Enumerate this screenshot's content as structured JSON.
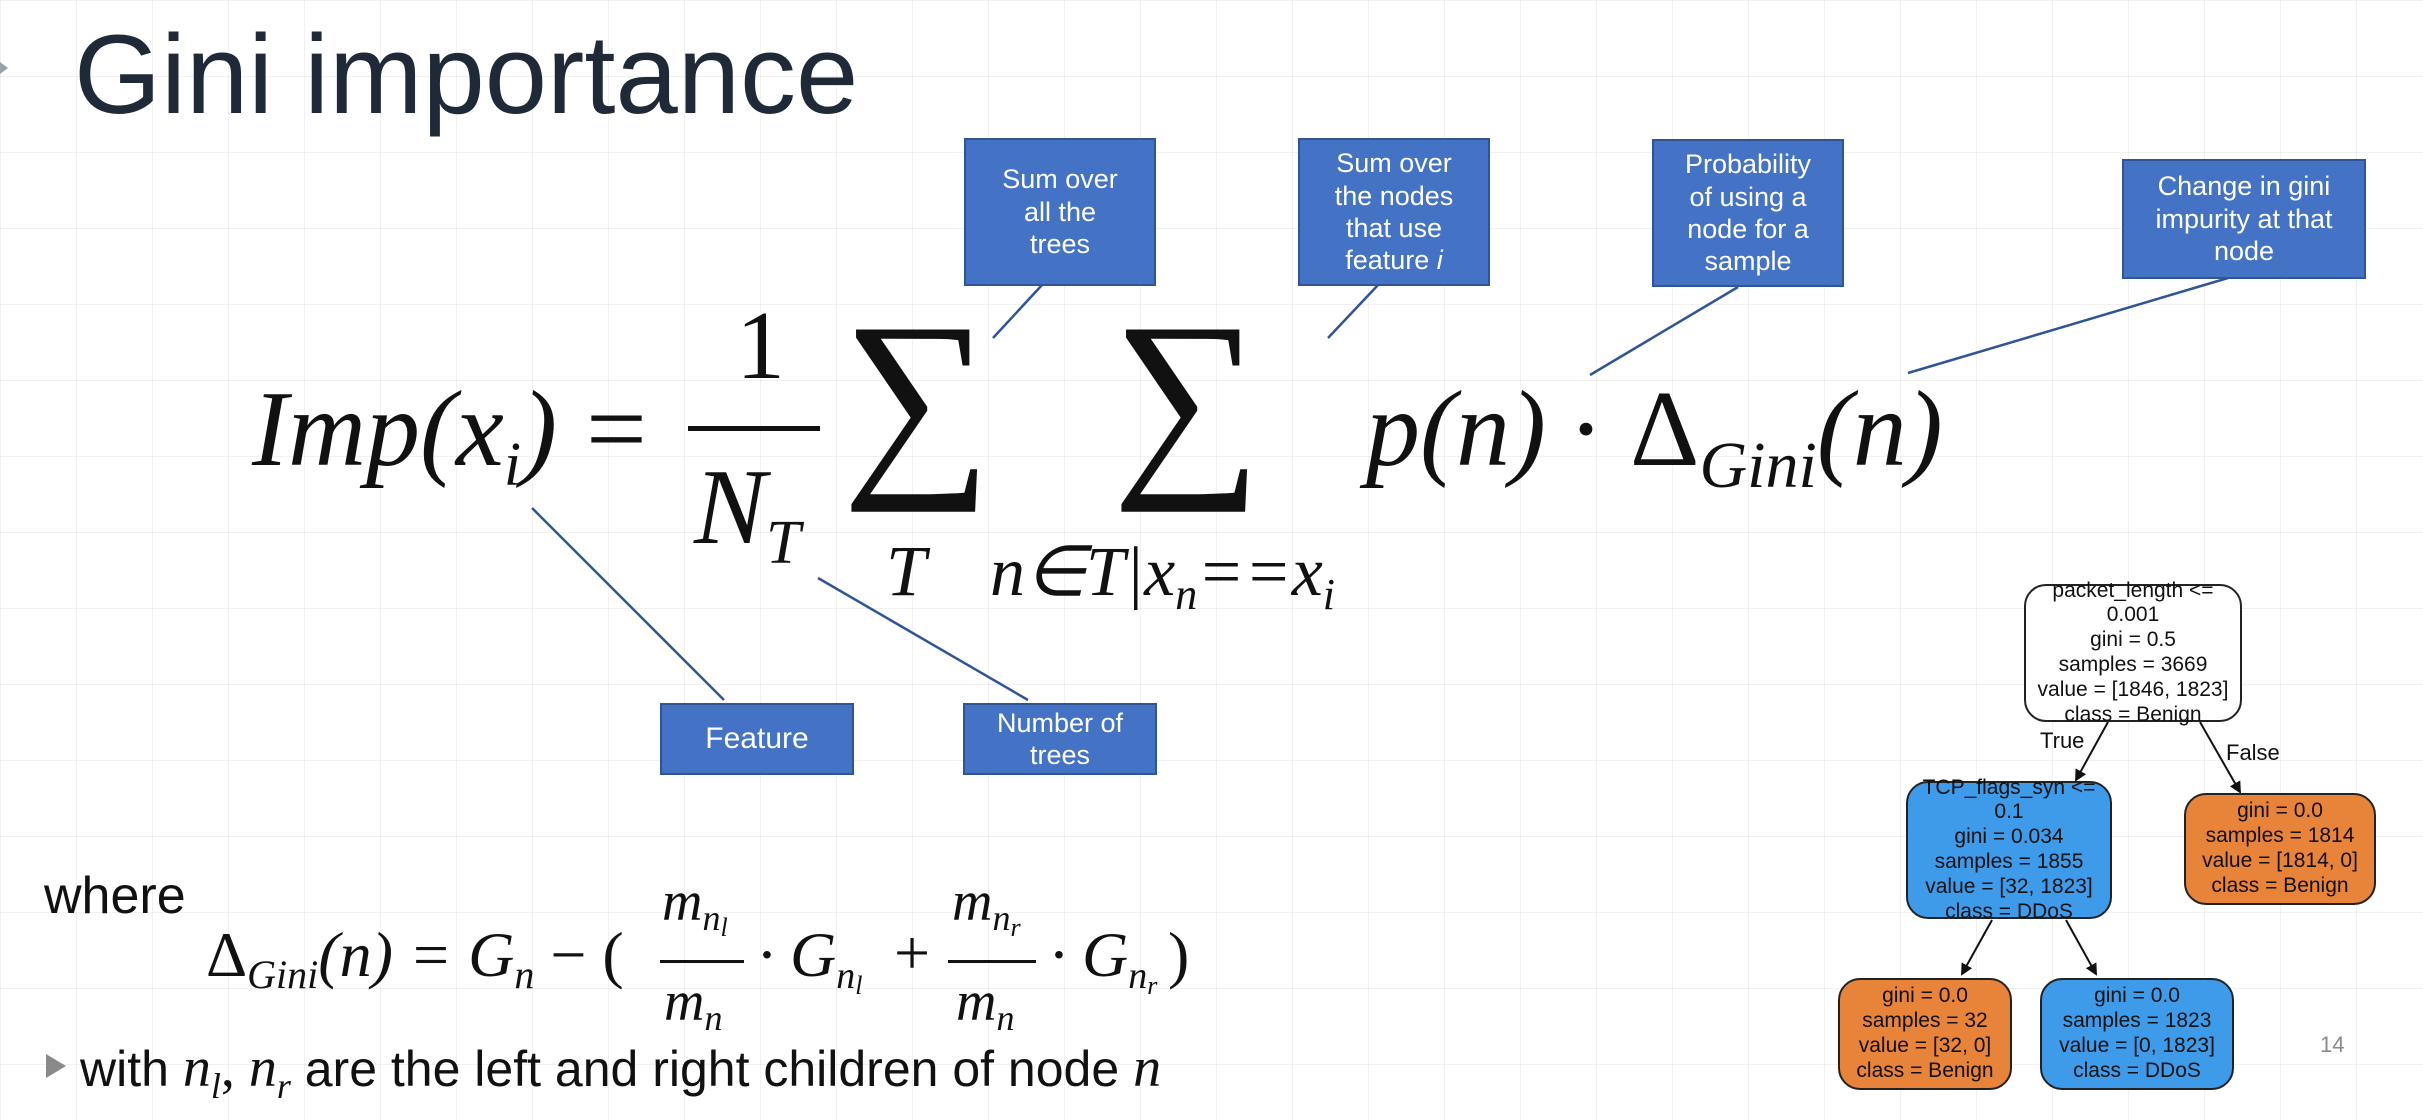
{
  "slide": {
    "title": "Gini importance",
    "page_number": "14"
  },
  "formula": {
    "lhs": "Imp(x",
    "lhs_sub": "i",
    "lhs_close": ")",
    "equals": "=",
    "numerator": "1",
    "denominator": "N",
    "denominator_sub": "T",
    "sum_symbol": "∑",
    "sum1_index": "T",
    "sum2_index_pre": "n∈T|x",
    "sum2_index_sub": "n",
    "sum2_index_post": "==x",
    "sum2_index_sub2": "i",
    "term_p": "p(n)",
    "dot": "·",
    "delta": "Δ",
    "delta_sub": "Gini",
    "delta_arg": "(n)"
  },
  "callouts": {
    "sum_trees": [
      "Sum over",
      "all the",
      "trees"
    ],
    "sum_nodes_pre": [
      "Sum over",
      "the nodes",
      "that use"
    ],
    "sum_nodes_last_text": "feature ",
    "sum_nodes_last_var": "i",
    "probability": [
      "Probability",
      "of using a",
      "node for a",
      "sample"
    ],
    "change": [
      "Change in gini",
      "impurity at that",
      "node"
    ],
    "feature": [
      "Feature"
    ],
    "number_of_trees": [
      "Number of",
      "trees"
    ]
  },
  "where_line": {
    "prefix": "where ",
    "delta": "Δ",
    "delta_sub": "Gini",
    "expr_1": "(n) = G",
    "sub_n": "n",
    "expr_2": " − (",
    "frac1_num": "m",
    "frac1_num_sub": "n",
    "frac1_num_subsub": "l",
    "frac1_den": "m",
    "frac1_den_sub": "n",
    "g_left": "· G",
    "g_left_sub": "n",
    "g_left_subsub": "l",
    "plus": "+",
    "frac2_num": "m",
    "frac2_num_sub": "n",
    "frac2_num_subsub": "r",
    "frac2_den": "m",
    "frac2_den_sub": "n",
    "g_right": "· G",
    "g_right_sub": "n",
    "g_right_subsub": "r",
    "close": ")"
  },
  "with_line": {
    "prefix": "with ",
    "n": "n",
    "l": "l",
    "comma": ", ",
    "r": "r",
    "middle": " are the left and right children of node ",
    "node_var": "n"
  },
  "tree": {
    "root": [
      "packet_length <= 0.001",
      "gini = 0.5",
      "samples = 3669",
      "value = [1846, 1823]",
      "class = Benign"
    ],
    "left": [
      "TCP_flags_syn <= 0.1",
      "gini = 0.034",
      "samples = 1855",
      "value = [32, 1823]",
      "class = DDoS"
    ],
    "right": [
      "gini = 0.0",
      "samples = 1814",
      "value = [1814, 0]",
      "class = Benign"
    ],
    "left_left": [
      "gini = 0.0",
      "samples = 32",
      "value = [32, 0]",
      "class = Benign"
    ],
    "left_right": [
      "gini = 0.0",
      "samples = 1823",
      "value = [0, 1823]",
      "class = DDoS"
    ],
    "true_label": "True",
    "false_label": "False"
  },
  "colors": {
    "callout_fill": "#4472c4",
    "callout_border": "#2f5597",
    "connector": "#2f5597",
    "node_blue": "#3d9be9",
    "node_orange": "#e8833a",
    "title_text": "#1f2937"
  }
}
